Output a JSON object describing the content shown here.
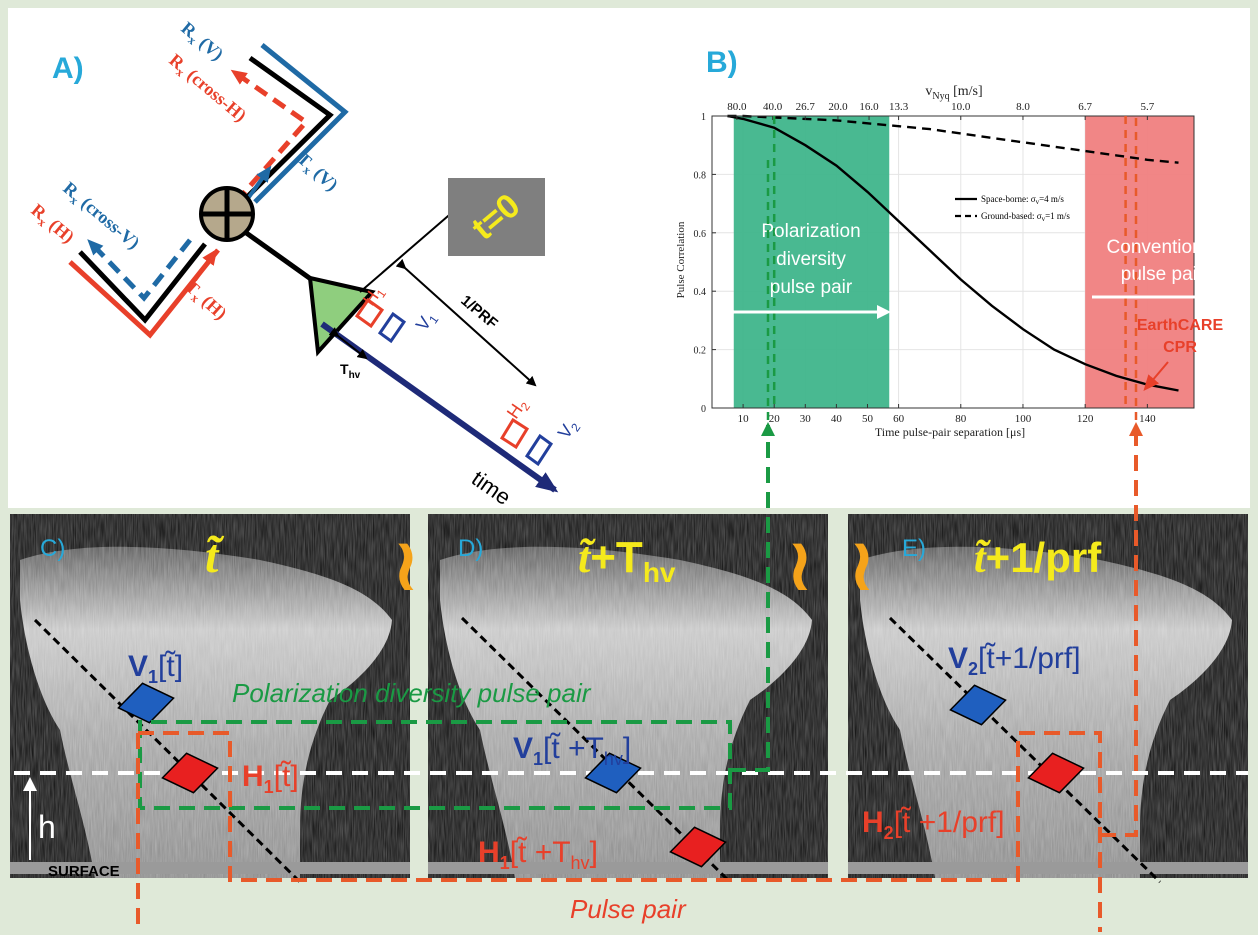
{
  "colors": {
    "frame": "#dfe9d8",
    "panel_label": "#27a9d9",
    "red": "#e8402a",
    "blue_v": "#1f6aa5",
    "dark_blue": "#223f9c",
    "green_region": "#3fb58b",
    "red_region": "#f08080",
    "green_dash": "#1a9a44",
    "orange_dash": "#e85a2a",
    "yellow": "#f5ea1c",
    "orange_tilde": "#f5a31a",
    "gray_box": "#7f7f7f",
    "axis_gray": "#333333"
  },
  "panel_a": {
    "label": "A)",
    "rx_v": "R",
    "rx_v_sub": "x",
    "rx_v_par": " (V)",
    "rx_cross_h": "R",
    "rx_cross_h_sub": "x",
    "rx_cross_h_par": " (cross-H)",
    "tx_v": "T",
    "tx_v_sub": "x",
    "tx_v_par": " (V)",
    "rx_cross_v": "R",
    "rx_cross_v_sub": "x",
    "rx_cross_v_par": " (cross-V)",
    "rx_h": "R",
    "rx_h_sub": "x",
    "rx_h_par": " (H)",
    "tx_h": "T",
    "tx_h_sub": "x",
    "tx_h_par": " (H)",
    "t0": "t=0",
    "prf": "1/PRF",
    "thv": "T",
    "thv_sub": "hv",
    "h1": "H",
    "h1_sub": "1",
    "v1": "V",
    "v1_sub": "1",
    "h2": "H",
    "h2_sub": "2",
    "v2": "V",
    "v2_sub": "2",
    "time": "time"
  },
  "panel_b": {
    "label": "B)",
    "top_axis_title": "v",
    "top_axis_title_sub": "Nyq",
    "top_axis_unit": " [m/s]",
    "top_ticks": [
      "80.0",
      "40.0",
      "26.7",
      "20.0",
      "16.0",
      "13.3",
      "10.0",
      "8.0",
      "6.7",
      "5.7"
    ],
    "y_label": "Pulse Correlation",
    "x_label": "Time pulse-pair separation [μs]",
    "legend_space": "Space-borne: σ",
    "legend_space_sub": "v",
    "legend_space_val": "=4 m/s",
    "legend_ground": "Ground-based: σ",
    "legend_ground_sub": "v",
    "legend_ground_val": "=1 m/s",
    "green_text": [
      "Polarization",
      "diversity",
      "pulse pair"
    ],
    "red_text": [
      "Conventional",
      "pulse pair"
    ],
    "earthcare": [
      "EarthCARE",
      "CPR"
    ]
  },
  "chart_data": {
    "type": "line",
    "x": [
      5,
      10,
      20,
      30,
      40,
      50,
      60,
      70,
      80,
      90,
      100,
      110,
      120,
      130,
      140,
      150
    ],
    "series": [
      {
        "name": "Space-borne: σv=4 m/s",
        "values": [
          1.0,
          0.99,
          0.96,
          0.9,
          0.83,
          0.74,
          0.64,
          0.54,
          0.44,
          0.35,
          0.27,
          0.2,
          0.15,
          0.11,
          0.08,
          0.06
        ]
      },
      {
        "name": "Ground-based: σv=1 m/s",
        "values": [
          1.0,
          1.0,
          0.995,
          0.99,
          0.985,
          0.975,
          0.965,
          0.955,
          0.94,
          0.925,
          0.91,
          0.895,
          0.88,
          0.865,
          0.85,
          0.84
        ]
      }
    ],
    "xlim": [
      0,
      155
    ],
    "ylim": [
      0,
      1
    ],
    "x_ticks": [
      10,
      20,
      30,
      40,
      50,
      60,
      80,
      100,
      120,
      140
    ],
    "y_ticks": [
      0,
      0.2,
      0.4,
      0.6,
      0.8,
      1
    ],
    "y_tick_labels": [
      "0",
      "0.2",
      "0.4",
      "0.6",
      "0.8",
      "1"
    ],
    "top_ticks_x": [
      5,
      10,
      15,
      20,
      25,
      30,
      40,
      50,
      60,
      70
    ],
    "grid": true,
    "legend_position": "center-right",
    "shaded_regions": [
      {
        "x0": 7,
        "x1": 57,
        "color": "#3fb58b"
      },
      {
        "x0": 120,
        "x1": 155,
        "color": "#f08080"
      }
    ],
    "markers": [
      {
        "x": 20,
        "color": "#1a9a44"
      },
      {
        "x": 133,
        "color": "#e85a2a"
      }
    ]
  },
  "panel_c": {
    "label": "C)",
    "title_t": "t̃",
    "v": "V",
    "v_sub": "1",
    "v_arg": "[t̃]",
    "h": "H",
    "h_sub": "1",
    "h_arg": "[t̃]",
    "h_axis": "h",
    "surface": "SURFACE"
  },
  "panel_d": {
    "label": "D)",
    "title_t": "t̃",
    "title_plus": "+T",
    "title_sub": "hv",
    "v": "V",
    "v_sub": "1",
    "v_arg": "[t̃ +T",
    "v_arg_sub": "hv",
    "v_arg_end": "]",
    "h": "H",
    "h_sub": "1",
    "h_arg": "[t̃ +T",
    "h_arg_sub": "hv",
    "h_arg_end": "]"
  },
  "panel_e": {
    "label": "E)",
    "title_t": "t̃",
    "title_plus": "+1/prf",
    "v": "V",
    "v_sub": "2",
    "v_arg": "[t̃+1/prf]",
    "h": "H",
    "h_sub": "2",
    "h_arg": "[t̃ +1/prf]"
  },
  "connectors": {
    "polarization_label": "Polarization diversity pulse pair",
    "pulse_pair_label": "Pulse pair",
    "tilde_symbol": "≀"
  }
}
